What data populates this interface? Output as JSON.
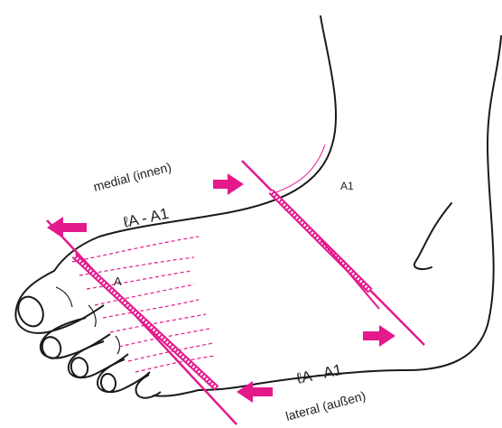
{
  "labels": {
    "medial": "medial (innen)",
    "lateral": "lateral (außen)",
    "top_measure": "ℓA - A1",
    "bottom_measure": "ℓA - A1",
    "point_a": "A",
    "point_a1": "A1"
  },
  "colors": {
    "accent": "#e4198c",
    "outline": "#1a1a1a",
    "hatch": "#e4198c"
  }
}
